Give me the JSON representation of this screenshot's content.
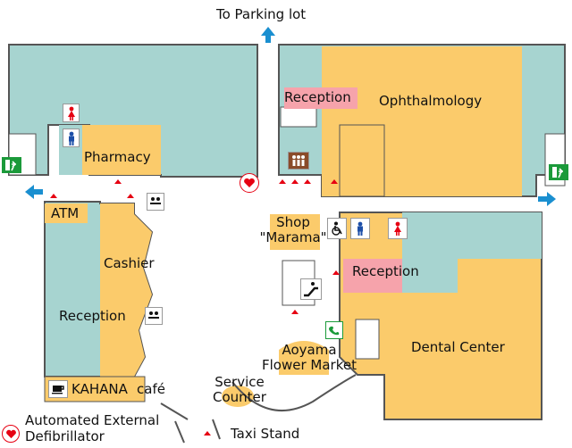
{
  "labels": {
    "to_parking": "To Parking lot",
    "reception_top": "Reception",
    "ophthalmology": "Ophthalmology",
    "pharmacy": "Pharmacy",
    "atm": "ATM",
    "cashier": "Cashier",
    "reception_left": "Reception",
    "shop_line1": "Shop",
    "shop_line2": "\"Marama\"",
    "reception_right": "Reception",
    "dental": "Dental Center",
    "aoyama_line1": "Aoyama",
    "aoyama_line2": "Flower Market",
    "service_line1": "Service",
    "service_line2": "Counter",
    "kahana": "KAHANA",
    "cafe": "café",
    "aed_line1": "Automated External",
    "aed_line2": "Defibrillator",
    "taxi": "Taxi Stand"
  },
  "colors": {
    "teal": "#a7d4d0",
    "orange": "#fbcb6b",
    "pink": "#f6a3ab",
    "wall": "#555555",
    "arrow": "#1a8fd0",
    "marker": "#e60012",
    "exit": "#1b9a3a"
  },
  "icons": [
    "restroom-female-icon",
    "restroom-male-icon",
    "emergency-exit-icon",
    "elevator-icon",
    "aed-heart-icon",
    "escalator-icon",
    "accessible-restroom-icon",
    "telephone-icon",
    "coffee-cup-icon",
    "counter-service-icon",
    "direction-arrow-icon"
  ]
}
